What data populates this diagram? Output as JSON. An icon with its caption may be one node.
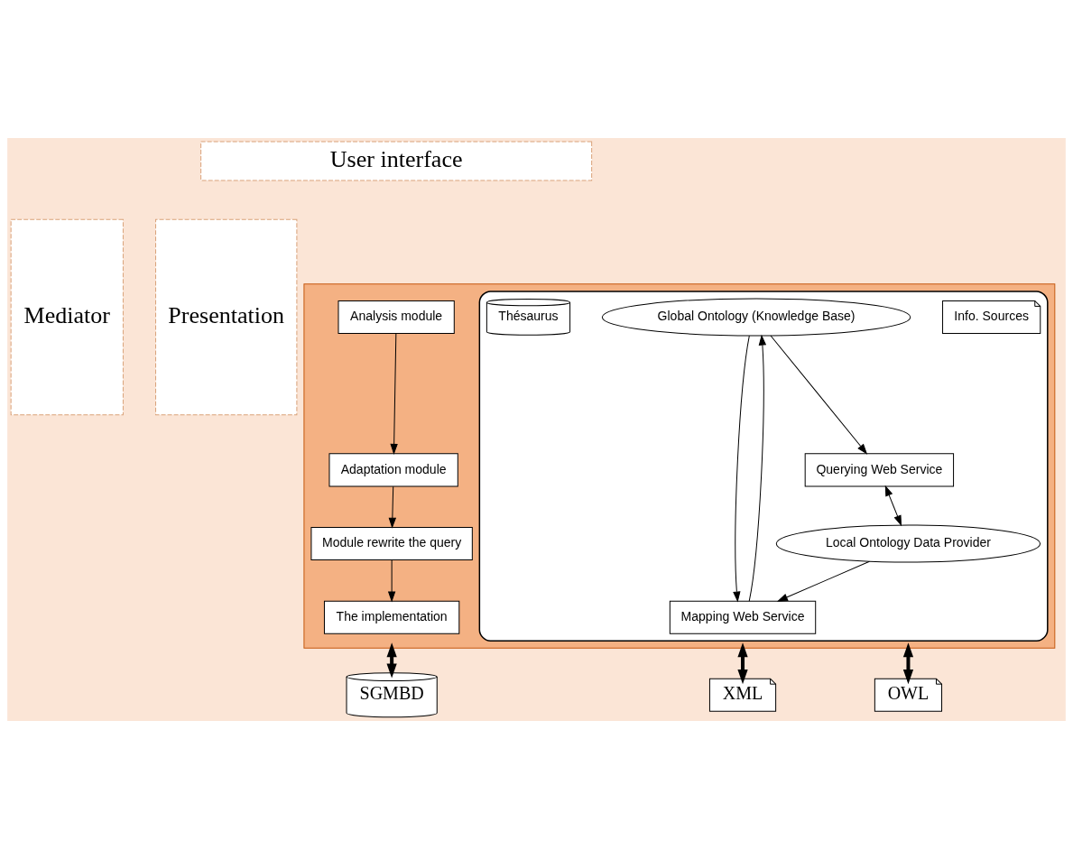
{
  "diagram": {
    "nodes": [
      {
        "text": [
          "User interface"
        ]
      },
      {
        "text": [
          "Mediator"
        ]
      },
      {
        "text": [
          "Presentation"
        ]
      },
      {
        "text": [],
        "shape": "box"
      },
      {
        "text": [],
        "shape": "box",
        "in": 3
      },
      {
        "text": [
          "Info. Sources"
        ],
        "in": 4
      },
      {
        "text": [
          "Global Ontology (Knowledge Base)"
        ],
        "in": 4
      },
      {
        "text": [
          "Mapping Web Service"
        ],
        "in": 4
      },
      {
        "text": [
          "Querying Web Service"
        ],
        "in": 4
      },
      {
        "text": [
          "Local Ontology Data Provider"
        ],
        "in": 4
      },
      {
        "text": [
          "Thésaurus"
        ],
        "in": 4
      },
      {
        "text": [
          "Analysis module"
        ],
        "in": 3
      },
      {
        "text": [
          "Adaptation module"
        ],
        "in": 3
      },
      {
        "text": [
          "Module rewrite the query"
        ],
        "in": 3
      },
      {
        "text": [
          "The implementation"
        ],
        "in": 3
      },
      {
        "text": [
          "SGMBD"
        ]
      },
      {
        "text": [
          "XML"
        ]
      },
      {
        "text": [
          "OWL"
        ]
      }
    ],
    "edges": [
      {
        "from": 6,
        "to": 7,
        "arrow": "to"
      },
      {
        "from": 7,
        "to": 6,
        "arrow": "to"
      },
      {
        "from": 6,
        "to": 8,
        "arrow": "to"
      },
      {
        "from": 9,
        "to": 7,
        "arrow": "to"
      },
      {
        "from": 8,
        "to": 9,
        "arrow": "both"
      },
      {
        "from": 11,
        "to": 12,
        "arrow": "to"
      },
      {
        "from": 12,
        "to": 13,
        "arrow": "to"
      },
      {
        "from": 13,
        "to": 14,
        "arrow": "to"
      },
      {
        "from": 3,
        "to": 15,
        "arrow": "both",
        "style": "thick"
      },
      {
        "from": 3,
        "to": 16,
        "arrow": "both",
        "style": "thick"
      },
      {
        "from": 3,
        "to": 17,
        "arrow": "both",
        "style": "thick"
      }
    ]
  }
}
